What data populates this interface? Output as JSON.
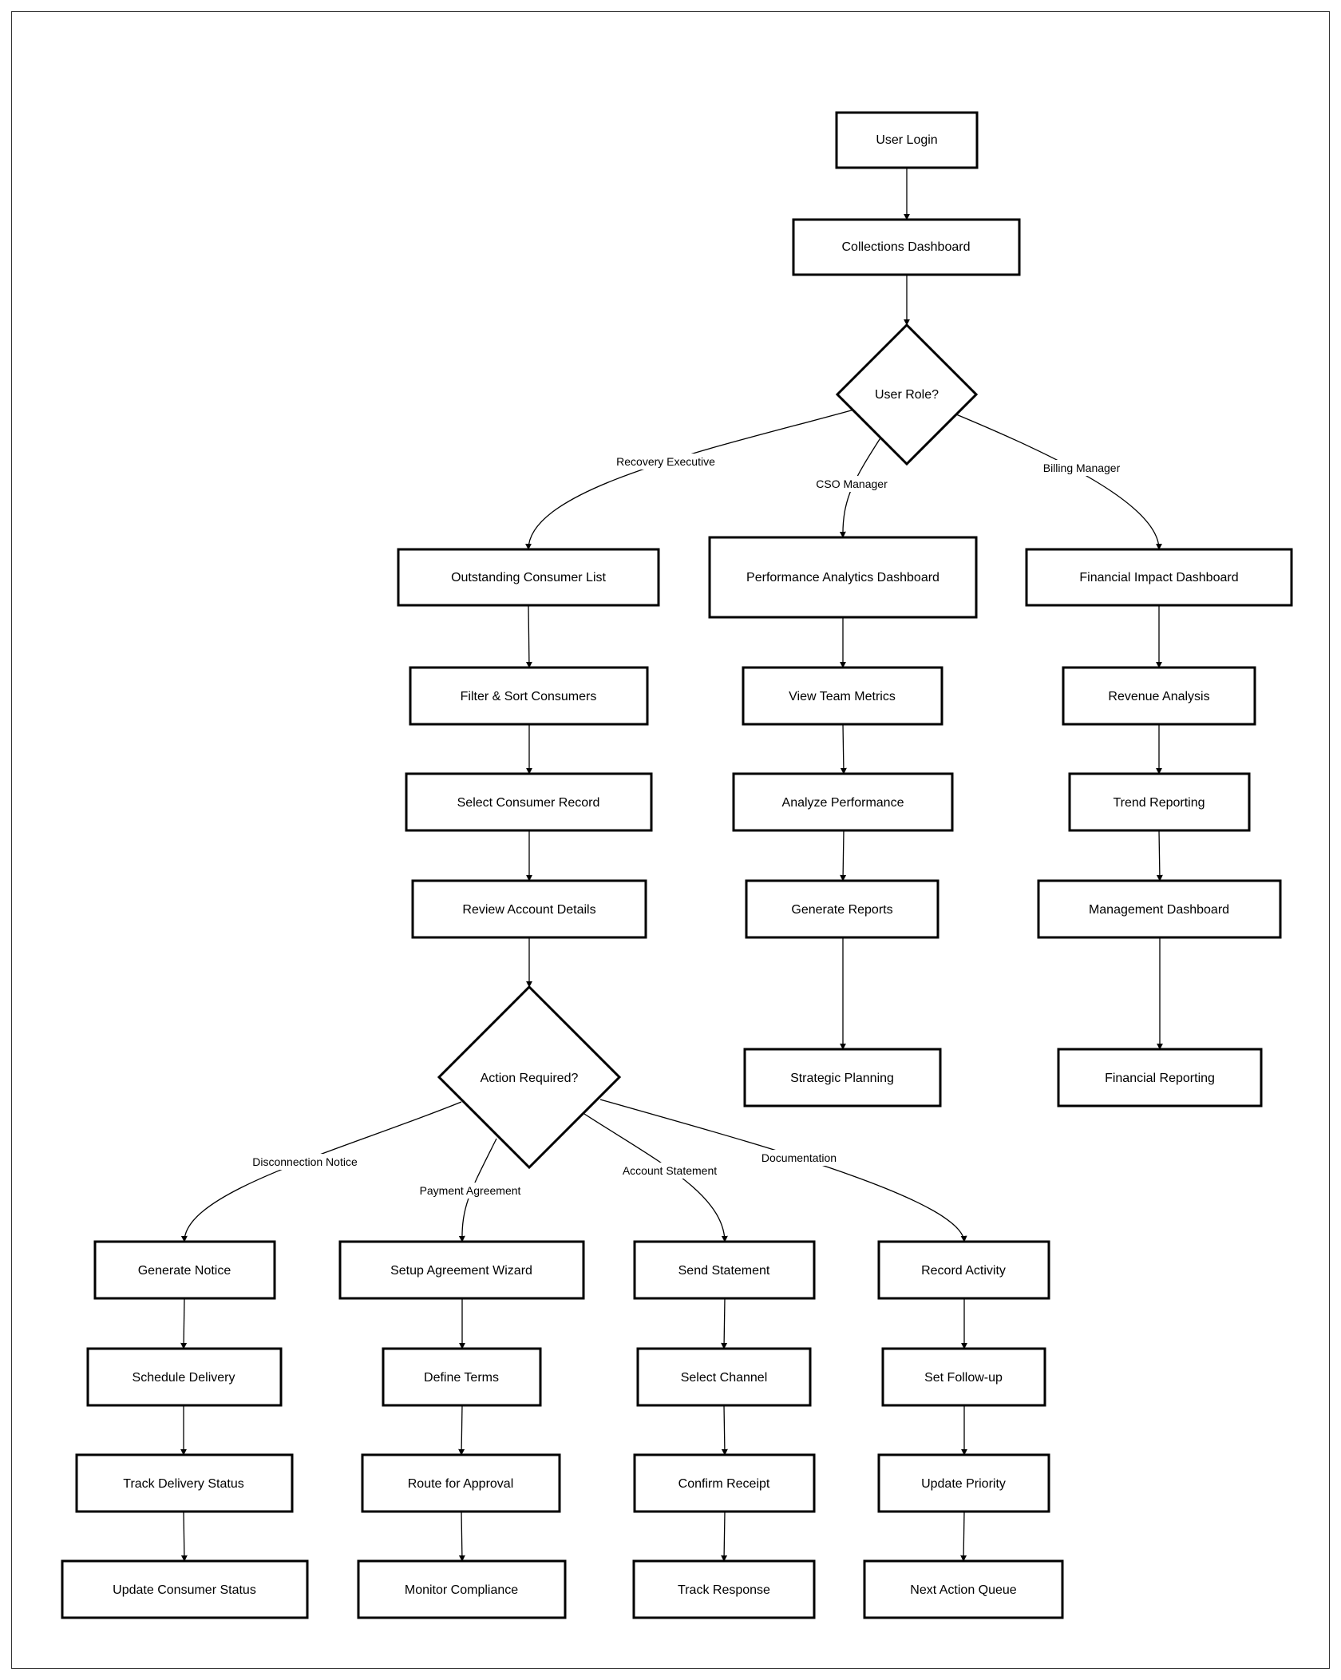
{
  "nodes": {
    "login": "User Login",
    "collections": "Collections Dashboard",
    "role": "User Role?",
    "outstanding": "Outstanding Consumer List",
    "filter": "Filter & Sort Consumers",
    "select": "Select Consumer Record",
    "review": "Review Account Details",
    "action": "Action Required?",
    "perf": "Performance Analytics Dashboard",
    "team": "View Team Metrics",
    "analyze": "Analyze Performance",
    "reports": "Generate Reports",
    "strategic": "Strategic Planning",
    "financial": "Financial Impact Dashboard",
    "revenue": "Revenue Analysis",
    "trend": "Trend Reporting",
    "mgmt": "Management Dashboard",
    "finrep": "Financial Reporting",
    "notice": "Generate Notice",
    "schedule": "Schedule Delivery",
    "track": "Track Delivery Status",
    "update": "Update Consumer Status",
    "wizard": "Setup Agreement Wizard",
    "define": "Define Terms",
    "route": "Route for Approval",
    "monitor": "Monitor Compliance",
    "send": "Send Statement",
    "channel": "Select Channel",
    "confirm": "Confirm Receipt",
    "trackresp": "Track Response",
    "record": "Record Activity",
    "followup": "Set Follow-up",
    "priority": "Update Priority",
    "queue": "Next Action Queue"
  },
  "edges": {
    "recovery": "Recovery Executive",
    "cso": "CSO Manager",
    "billing": "Billing Manager",
    "disconnection": "Disconnection Notice",
    "payment": "Payment Agreement",
    "statement": "Account Statement",
    "documentation": "Documentation"
  }
}
